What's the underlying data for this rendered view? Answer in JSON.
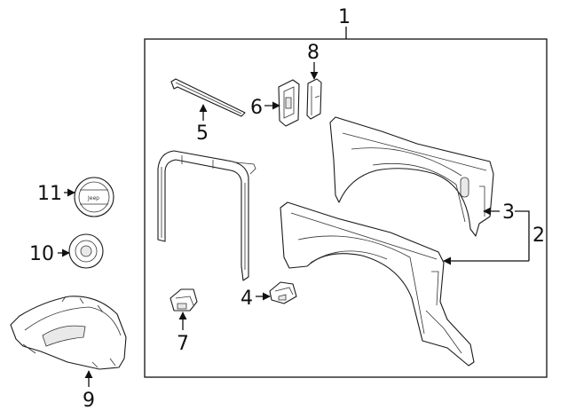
{
  "callouts": {
    "c1": "1",
    "c2": "2",
    "c3": "3",
    "c4": "4",
    "c5": "5",
    "c6": "6",
    "c7": "7",
    "c8": "8",
    "c9": "9",
    "c10": "10",
    "c11": "11"
  },
  "badge_text": "Jeep"
}
